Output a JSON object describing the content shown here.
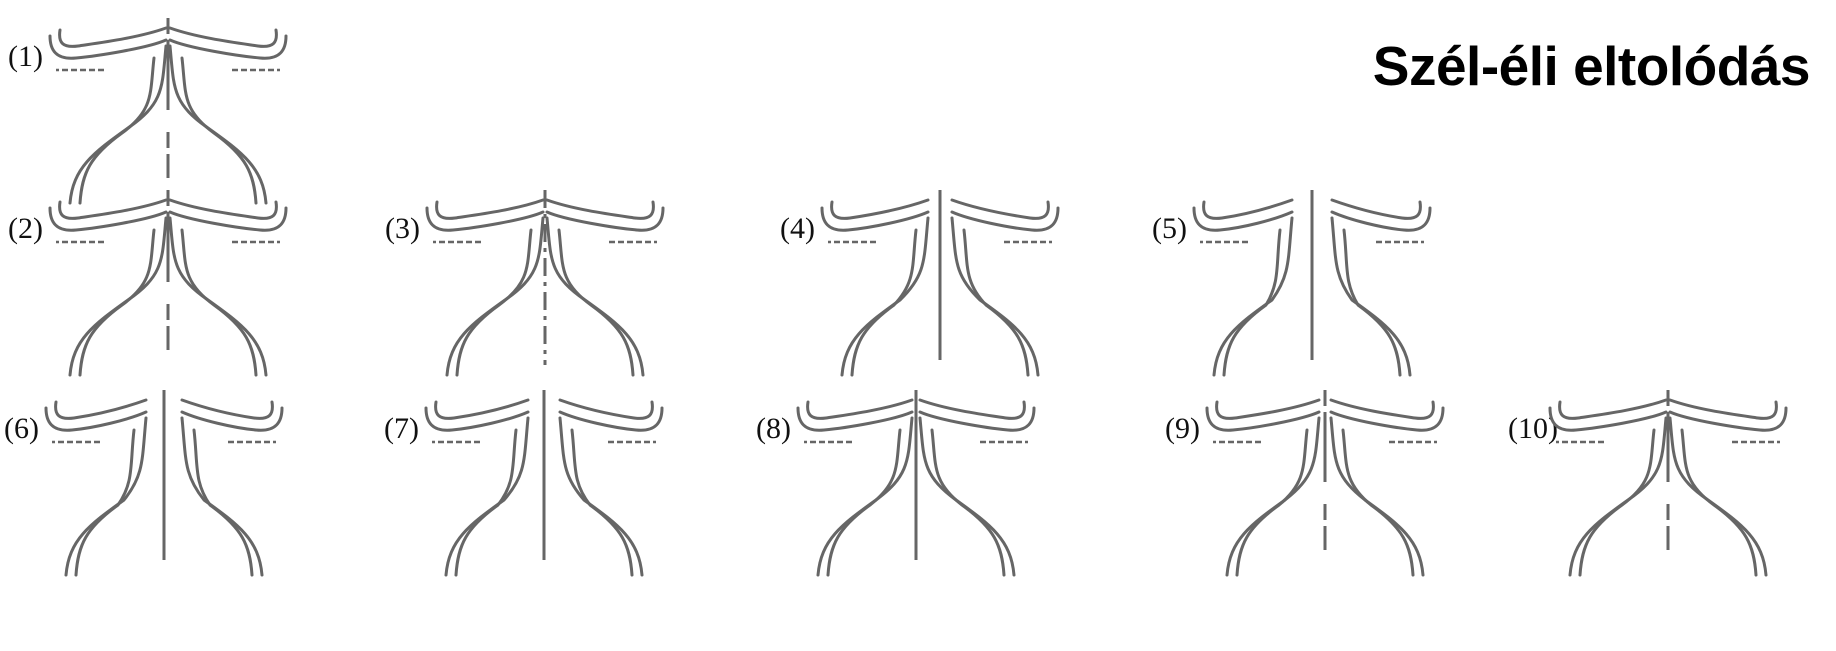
{
  "title": "Szél-éli eltolódás",
  "panels": [
    {
      "label": "(1)",
      "sep": 0,
      "axis": "mixed"
    },
    {
      "label": "(2)",
      "sep": 0,
      "axis": "mixed"
    },
    {
      "label": "(3)",
      "sep": 0,
      "axis": "dashdot"
    },
    {
      "label": "(4)",
      "sep": 10,
      "axis": "solid"
    },
    {
      "label": "(5)",
      "sep": 18,
      "axis": "solid"
    },
    {
      "label": "(6)",
      "sep": 16,
      "axis": "solid"
    },
    {
      "label": "(7)",
      "sep": 14,
      "axis": "solid"
    },
    {
      "label": "(8)",
      "sep": 2,
      "axis": "solid"
    },
    {
      "label": "(9)",
      "sep": 4,
      "axis": "mixed"
    },
    {
      "label": "(10)",
      "sep": 0,
      "axis": "mixed"
    }
  ],
  "colors": {
    "stroke": "#666666"
  }
}
